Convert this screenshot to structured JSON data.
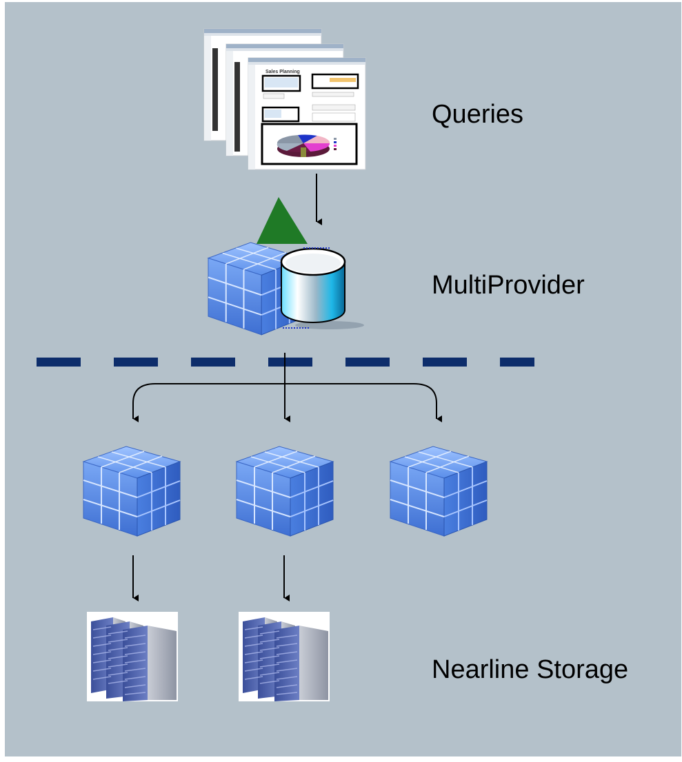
{
  "labels": {
    "queries": "Queries",
    "multiprovider": "MultiProvider",
    "nearline_storage": "Nearline Storage"
  },
  "report": {
    "title": "Sales Planning"
  },
  "colors": {
    "background": "#b4c1ca",
    "dash": "#0d2d6b",
    "triangle": "#1f7a26",
    "cube": "#5b8fea",
    "arrow": "#000000"
  },
  "icons": {
    "queries": "report-sheets-icon",
    "multiprovider": "multiprovider-icon",
    "infocube": "infocube-icon",
    "nearline": "server-rack-icon"
  }
}
